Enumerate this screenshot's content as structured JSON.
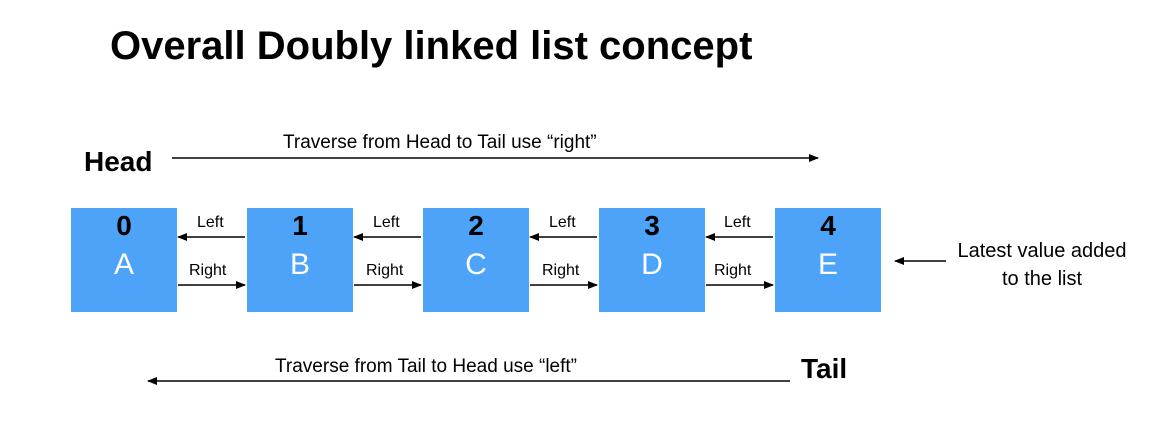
{
  "title": "Overall Doubly linked list concept",
  "head_label": "Head",
  "tail_label": "Tail",
  "forward_caption": "Traverse from Head to Tail use “right”",
  "backward_caption": "Traverse from Tail to Head use “left”",
  "latest_note": "Latest value added to the list",
  "nodes": [
    {
      "index": "0",
      "value": "A"
    },
    {
      "index": "1",
      "value": "B"
    },
    {
      "index": "2",
      "value": "C"
    },
    {
      "index": "3",
      "value": "D"
    },
    {
      "index": "4",
      "value": "E"
    }
  ],
  "left_link_label": "Left",
  "right_link_label": "Right",
  "colors": {
    "node_fill": "#4da3f7",
    "node_value_text": "#ffffff"
  }
}
